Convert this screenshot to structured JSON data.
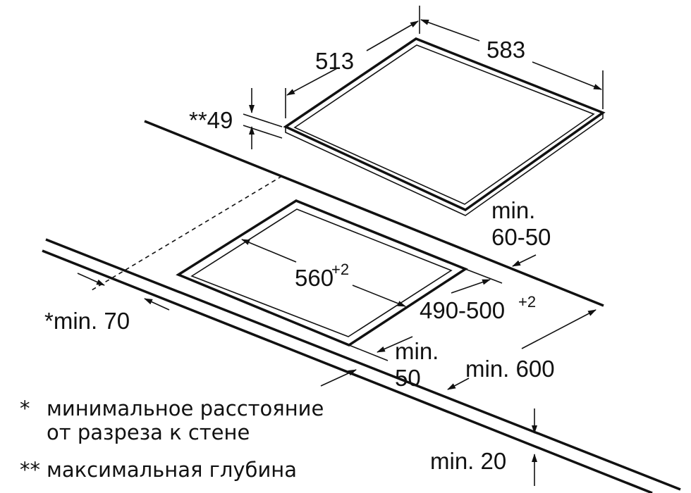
{
  "dimensions": {
    "hob_depth": "513",
    "hob_width": "583",
    "max_depth": "**49",
    "min_front_label": "min.",
    "min_front_value": "60-50",
    "cutout_width": "560",
    "cutout_width_tol": "+2",
    "cutout_depth": "490-500",
    "cutout_depth_tol": "+2",
    "min_wall": "*min. 70",
    "min_side_label": "min.",
    "min_side_value": "50",
    "min_600": "min. 600",
    "min_20": "min. 20"
  },
  "legend": {
    "line1_mark": "*",
    "line1": "минимальное расстояние",
    "line1b": "от разреза к стене",
    "line2_mark": "**",
    "line2": "максимальная глубина"
  }
}
